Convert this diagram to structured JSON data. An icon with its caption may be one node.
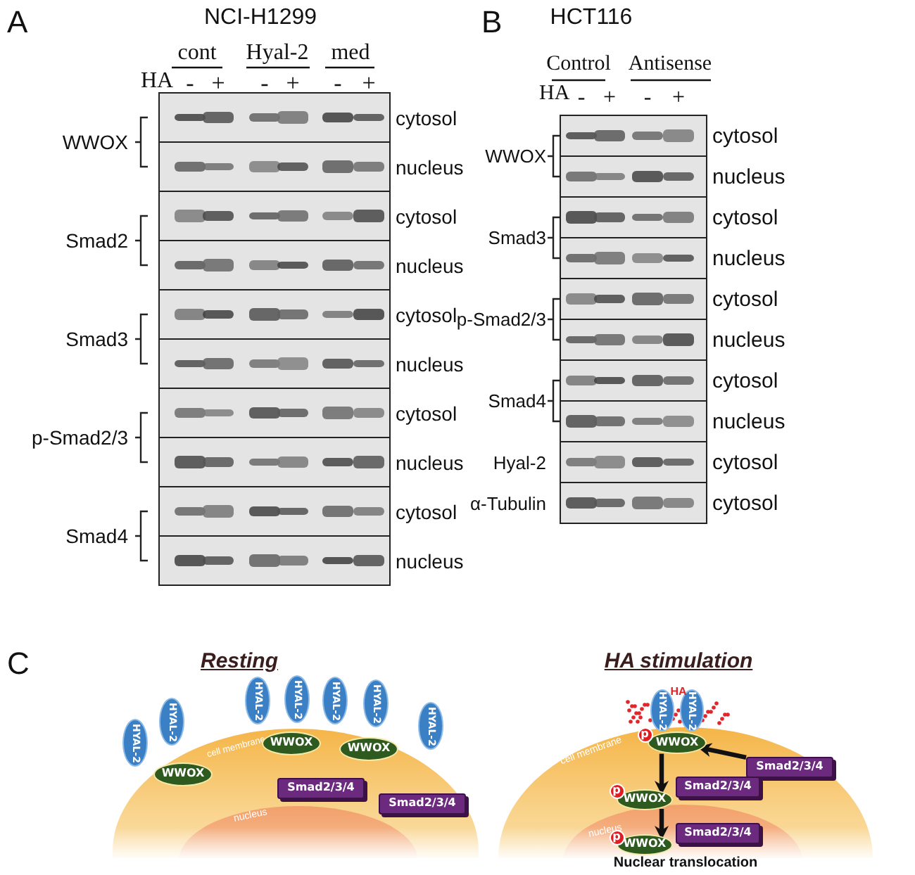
{
  "diagram": {
    "nodes": [
      {
        "text": [
          "HYAL-2"
        ]
      },
      {
        "text": [
          "HYAL-2"
        ]
      },
      {
        "text": [
          "HYAL-2"
        ]
      },
      {
        "text": [
          "HYAL-2"
        ]
      },
      {
        "text": [
          "HYAL-2"
        ]
      },
      {
        "text": [
          "HYAL-2"
        ]
      },
      {
        "text": [
          "HYAL-2"
        ]
      },
      {
        "text": [
          "WWOX"
        ]
      },
      {
        "text": [
          "WWOX"
        ]
      },
      {
        "text": [
          "WWOX"
        ]
      },
      {
        "text": [
          "Smad2/3/4"
        ]
      },
      {
        "text": [
          "Smad2/3/4"
        ]
      },
      {
        "text": [
          "HYAL-2"
        ]
      },
      {
        "text": [
          "HYAL-2"
        ]
      },
      {
        "text": [
          "p"
        ]
      },
      {
        "text": [
          "p"
        ]
      },
      {
        "text": [
          "p"
        ]
      },
      {
        "text": [
          "WWOX"
        ]
      },
      {
        "text": [
          "WWOX"
        ]
      },
      {
        "text": [
          "WWOX"
        ]
      },
      {
        "text": [
          "Smad2/3/4"
        ]
      },
      {
        "text": [
          "Smad2/3/4"
        ]
      },
      {
        "text": [
          "Smad2/3/4"
        ]
      }
    ],
    "edges": [
      {
        "from": 20,
        "to": 17,
        "arrow": "to"
      },
      {
        "from": 17,
        "to": 18,
        "arrow": "to"
      },
      {
        "from": 18,
        "to": 19,
        "arrow": "to"
      }
    ],
    "labels": [
      "A",
      "NCI-H1299",
      "B",
      "HCT116",
      "cont",
      "Hyal-2",
      "med",
      "Control",
      "Antisense",
      "HA",
      "-",
      "+",
      "-",
      "+",
      "-",
      "+",
      "HA",
      "-",
      "+",
      "-",
      "+",
      "WWOX",
      "cytosol",
      "nucleus",
      "Smad2",
      "cytosol",
      "nucleus",
      "Smad3",
      "cytosol",
      "nucleus",
      "p-Smad2/3",
      "cytosol",
      "nucleus",
      "Smad4",
      "cytosol",
      "nucleus",
      "WWOX",
      "cytosol",
      "nucleus",
      "Smad3",
      "cytosol",
      "nucleus",
      "p-Smad2/3",
      "cytosol",
      "nucleus",
      "Smad4",
      "cytosol",
      "nucleus",
      "Hyal-2",
      "cytosol",
      "α-Tubulin",
      "cytosol",
      "C",
      "Resting",
      "HA stimulation",
      "cell membrane",
      "nucleus",
      "cell membrane",
      "nucleus",
      "Nuclear translocation",
      "HA"
    ]
  }
}
